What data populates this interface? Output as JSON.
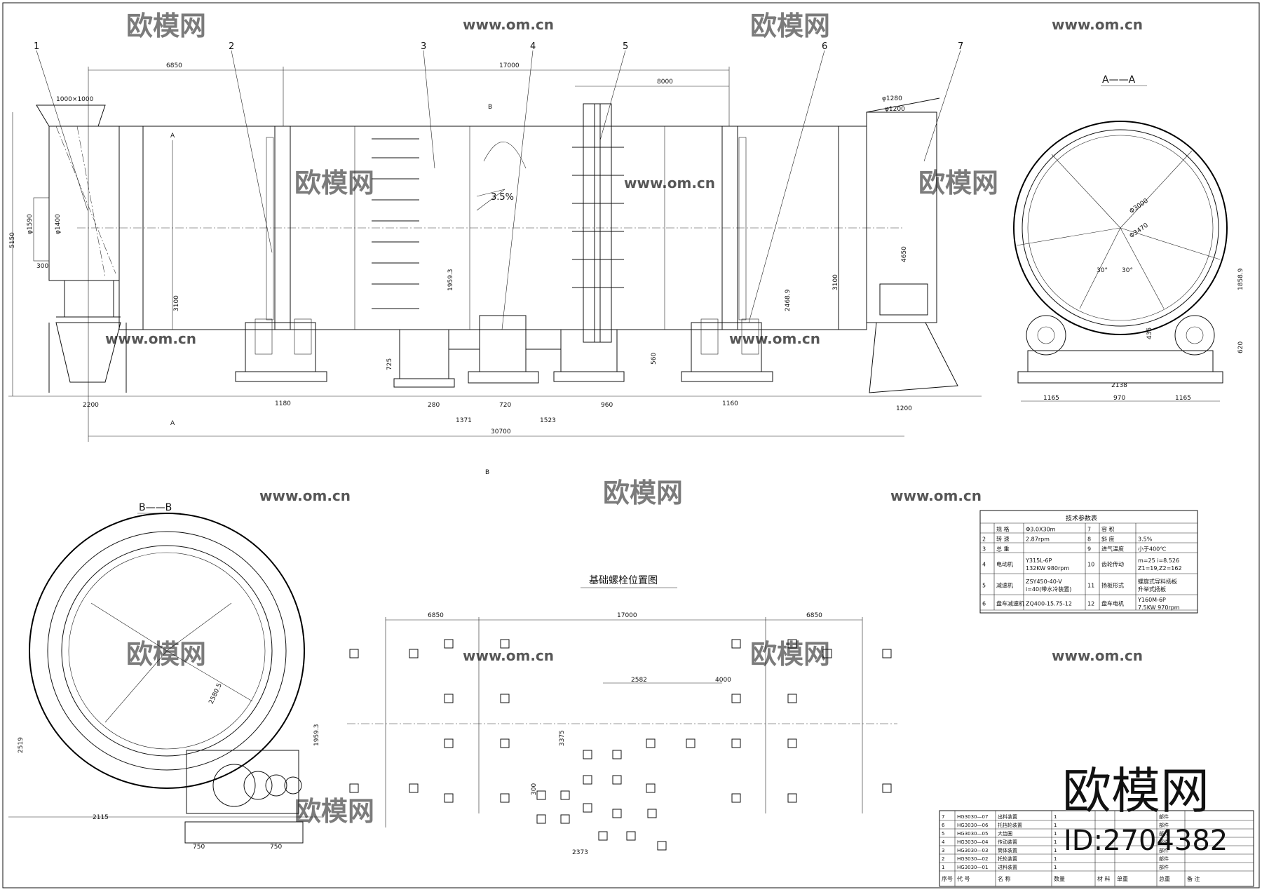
{
  "watermark": {
    "brand": "欧模网",
    "url": "www.om.cn",
    "id": "ID:2704382"
  },
  "main_view": {
    "part_numbers": [
      "1",
      "2",
      "3",
      "4",
      "5",
      "6",
      "7"
    ],
    "dims": {
      "inlet": "1000×1000",
      "d6850": "6850",
      "d17000": "17000",
      "d8000": "8000",
      "slope": "3.5%",
      "h5150": "5150",
      "h1590": "φ1590",
      "h1400": "φ1400",
      "w300": "300",
      "h3100a": "3100",
      "h1959": "1959.3",
      "h725": "725",
      "h560": "560",
      "h2468": "2468.9",
      "h3100b": "3100",
      "h4650": "4650",
      "d1280": "φ1280",
      "d1200": "φ1200",
      "b2200": "2200",
      "b1180": "1180",
      "b280": "280",
      "b720": "720",
      "b960": "960",
      "b1371": "1371",
      "b1523": "1523",
      "b1160": "1160",
      "b1200": "1200",
      "total": "30700"
    },
    "section_marks": {
      "a_top": "A",
      "a_bottom": "A",
      "b_top": "B",
      "b_bottom": "B"
    }
  },
  "view_aa": {
    "title": "A——A",
    "dims": {
      "d3000": "Φ3000",
      "d3470": "Φ3470",
      "ang1": "30°",
      "ang2": "30°",
      "h1858": "1858.9",
      "h620": "620",
      "h435": "435",
      "w2138": "2138",
      "w1165a": "1165",
      "w970": "970",
      "w1165b": "1165"
    }
  },
  "view_bb": {
    "title": "B——B",
    "dims": {
      "r2580": "2580.5",
      "h1959": "1959.3",
      "h2519": "2519",
      "w2115": "2115",
      "w750a": "750",
      "w750b": "750"
    }
  },
  "foundation": {
    "title": "基础螺栓位置图",
    "dims": {
      "a": "6850",
      "b": "17000",
      "c": "6850",
      "d": "2582",
      "e": "4000",
      "f": "3375",
      "g": "300",
      "h": "2373"
    }
  },
  "spec_table": {
    "title": "技术参数表",
    "rows": [
      [
        "",
        "规 格",
        "Φ3.0X30m",
        "7",
        "容 积",
        ""
      ],
      [
        "2",
        "转 速",
        "2.87rpm",
        "8",
        "斜 度",
        "3.5%"
      ],
      [
        "3",
        "总 重",
        "",
        "9",
        "进气温度",
        "小于400℃"
      ],
      [
        "4",
        "电动机",
        "Y315L-6P\n132KW 980rpm",
        "10",
        "齿轮传动",
        "m=25 i=8.526\nZ1=19,Z2=162"
      ],
      [
        "5",
        "减速机",
        "ZSY450-40-V\ni=40(带水冷装置)",
        "11",
        "扬板形式",
        "螺旋式导料扬板\n升举式扬板"
      ],
      [
        "6",
        "盘车减速机",
        "ZQ400-15.75-12",
        "12",
        "盘车电机",
        "Y160M-6P\n7.5KW 970rpm"
      ]
    ]
  },
  "bom": {
    "rows": [
      [
        "7",
        "HG3030—07",
        "出料装置",
        "1",
        "",
        "部件"
      ],
      [
        "6",
        "HG3030—06",
        "托挡轮装置",
        "1",
        "",
        "部件"
      ],
      [
        "5",
        "HG3030—05",
        "大齿圈",
        "1",
        "",
        "部件"
      ],
      [
        "4",
        "HG3030—04",
        "传动装置",
        "1",
        "",
        "部件"
      ],
      [
        "3",
        "HG3030—03",
        "筒体装置",
        "1",
        "",
        "部件"
      ],
      [
        "2",
        "HG3030—02",
        "托轮装置",
        "1",
        "",
        "部件"
      ],
      [
        "1",
        "HG3030—01",
        "进料装置",
        "1",
        "",
        "部件"
      ]
    ],
    "header": [
      "序号",
      "代 号",
      "名 称",
      "数量",
      "材 料",
      "单重",
      "总重",
      "备 注"
    ]
  }
}
